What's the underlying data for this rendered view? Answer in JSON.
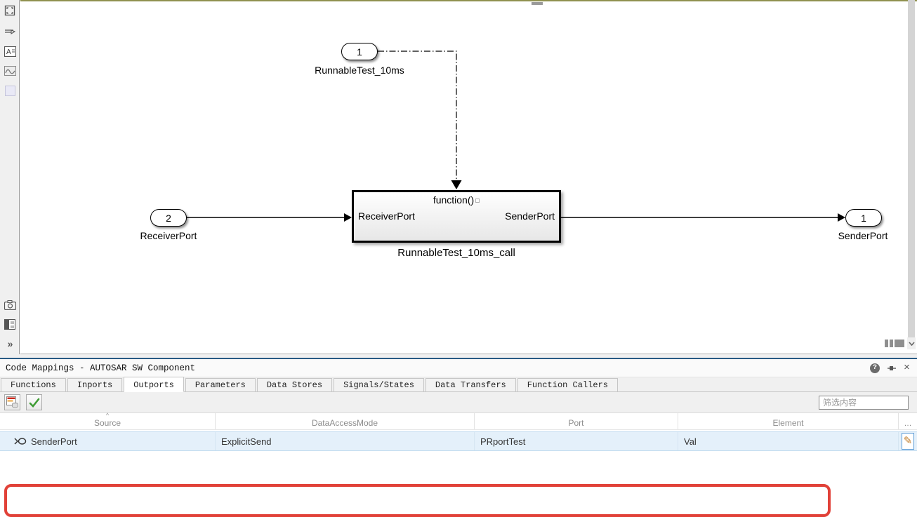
{
  "canvas": {
    "trigger_port": {
      "number": "1",
      "label": "RunnableTest_10ms"
    },
    "input_port": {
      "number": "2",
      "label": "ReceiverPort"
    },
    "output_port": {
      "number": "1",
      "label": "SenderPort"
    },
    "block": {
      "trigger_label": "function()",
      "left_port": "ReceiverPort",
      "right_port": "SenderPort",
      "name": "RunnableTest_10ms_call"
    }
  },
  "panel": {
    "title": "Code Mappings - AUTOSAR SW Component",
    "tabs": [
      "Functions",
      "Inports",
      "Outports",
      "Parameters",
      "Data Stores",
      "Signals/States",
      "Data Transfers",
      "Function Callers"
    ],
    "active_tab": "Outports",
    "filter_placeholder": "筛选内容",
    "table": {
      "sort_indicator": "^",
      "columns": [
        "Source",
        "DataAccessMode",
        "Port",
        "Element",
        "…"
      ],
      "rows": [
        {
          "source": "SenderPort",
          "data_access_mode": "ExplicitSend",
          "port": "PRportTest",
          "element": "Val"
        }
      ]
    }
  },
  "icons": {
    "chevrons": "»",
    "close": "×",
    "help": "?",
    "pencil": "✎"
  },
  "colors": {
    "annotation_red": "#e14138",
    "selection_blue_bg": "#e4f0fa",
    "panel_top_border": "#285a84",
    "canvas_top_line": "#90914f",
    "check_green": "#3f9c35"
  }
}
